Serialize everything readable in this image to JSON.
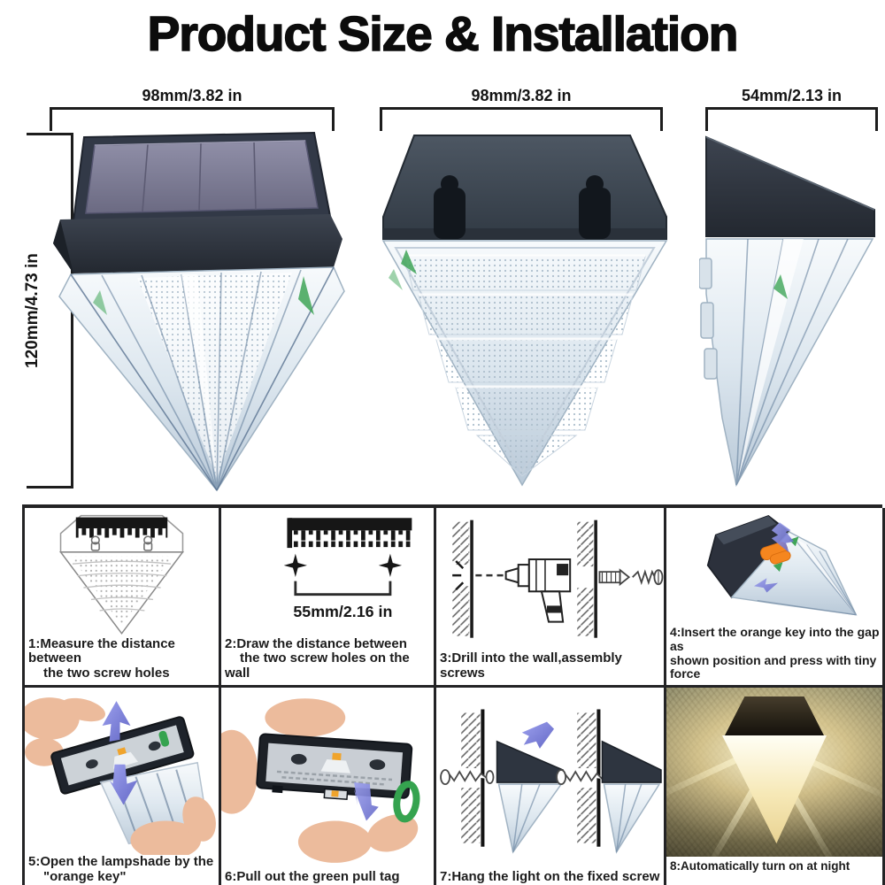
{
  "title": "Product Size & Installation",
  "size_section": {
    "front_width_label": "98mm/3.82 in",
    "back_width_label": "98mm/3.82 in",
    "side_width_label": "54mm/2.13 in",
    "height_label": "120mm/4.73 in"
  },
  "steps": [
    {
      "lines": [
        "1:Measure the distance between",
        "the two screw holes"
      ]
    },
    {
      "lines": [
        "2:Draw the distance between",
        "the two screw holes on the wall"
      ],
      "dim_label": "55mm/2.16 in"
    },
    {
      "lines": [
        "3:Drill into the wall,assembly screws"
      ]
    },
    {
      "lines": [
        "4:Insert the orange key into the gap as",
        "shown position and press with tiny force"
      ]
    },
    {
      "lines": [
        "5:Open the lampshade by the",
        "\"orange key\""
      ]
    },
    {
      "lines": [
        "6:Pull out the green pull tag"
      ]
    },
    {
      "lines": [
        "7:Hang the light on the fixed screw"
      ]
    },
    {
      "lines": [
        "8:Automatically turn on at night"
      ]
    }
  ],
  "colors": {
    "accent_orange": "#f5861f",
    "accent_green": "#35a34f",
    "arrow_purple": "#8a8fdd",
    "solar_panel_purple": "#7e7d96",
    "housing_dark": "#2e3540",
    "grid_line": "#232325"
  }
}
